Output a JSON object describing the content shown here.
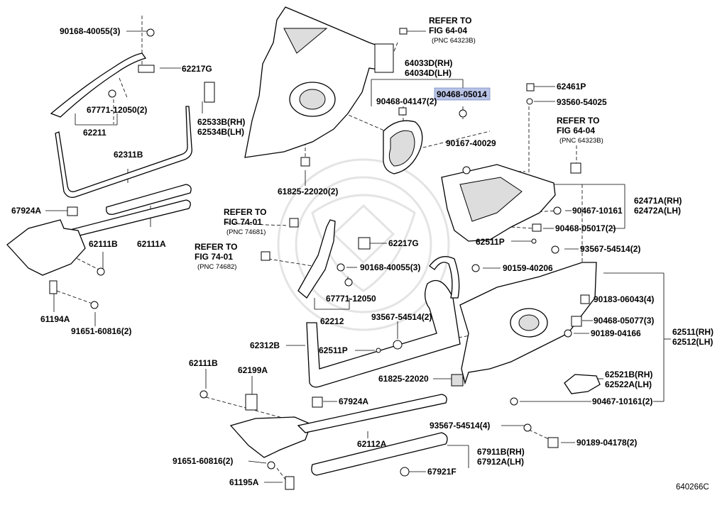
{
  "diagram_id": "640266C",
  "highlight_color": "#b9c3e6",
  "labels": {
    "p1": "90168-40055(3)",
    "p2": "62217G",
    "p3": "67771-12050(2)",
    "p4": "62211",
    "p5": "62533B(RH)",
    "p6": "62534B(LH)",
    "p7": "62311B",
    "p8": "67924A",
    "p9": "62111B",
    "p10": "62111A",
    "p11": "61194A",
    "p12": "91651-60816(2)",
    "p13": "REFER TO",
    "p14": "FIG 64-04",
    "p15": "(PNC 64323B)",
    "p16": "64033D(RH)",
    "p17": "64034D(LH)",
    "p18": "90468-04147(2)",
    "p19": "90468-05014",
    "p20": "90167-40029",
    "p21": "61825-22020(2)",
    "p22": "62461P",
    "p23": "93560-54025",
    "p24": "REFER TO",
    "p25": "FIG 64-04",
    "p26": "(PNC 64323B)",
    "p27": "62471A(RH)",
    "p28": "62472A(LH)",
    "p29": "90467-10161",
    "p30": "90468-05017(2)",
    "p31": "62511P",
    "p32": "93567-54514(2)",
    "p33": "REFER TO",
    "p34": "FIG 74-01",
    "p35": "(PNC 74681)",
    "p36": "REFER TO",
    "p37": "FIG 74-01",
    "p38": "(PNC 74682)",
    "p39": "62217G",
    "p40": "90168-40055(3)",
    "p41": "90159-40206",
    "p42": "67771-12050",
    "p43": "62212",
    "p44": "93567-54514(2)",
    "p45": "62312B",
    "p46": "62511P",
    "p47": "90183-06043(4)",
    "p48": "90468-05077(3)",
    "p49": "90189-04166",
    "p50": "62511(RH)",
    "p51": "62512(LH)",
    "p52": "61825-22020",
    "p53": "62521B(RH)",
    "p54": "62522A(LH)",
    "p55": "62111B",
    "p56": "62199A",
    "p57": "67924A",
    "p58": "90467-10161(2)",
    "p59": "62112A",
    "p60": "93567-54514(4)",
    "p61": "90189-04178(2)",
    "p62": "91651-60816(2)",
    "p63": "67911B(RH)",
    "p64": "67912A(LH)",
    "p65": "61195A",
    "p66": "67921F"
  }
}
